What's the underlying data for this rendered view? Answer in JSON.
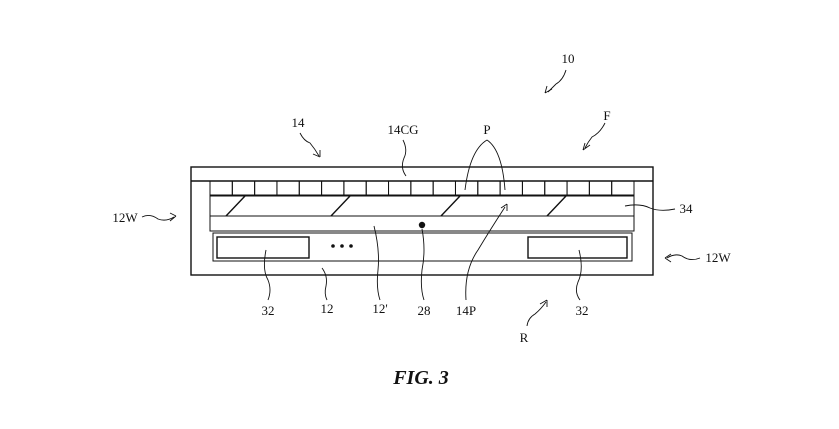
{
  "figure": {
    "caption": "FIG. 3",
    "labels": {
      "device": "10",
      "front": "F",
      "display": "14",
      "cover_glass": "14CG",
      "pixels": "P",
      "wall_left": "12W",
      "wall_right": "12W",
      "layer_34": "34",
      "component_left": "32",
      "housing": "12",
      "housing_inner": "12'",
      "component_28": "28",
      "display_panel": "14P",
      "component_right": "32",
      "rear": "R"
    }
  }
}
